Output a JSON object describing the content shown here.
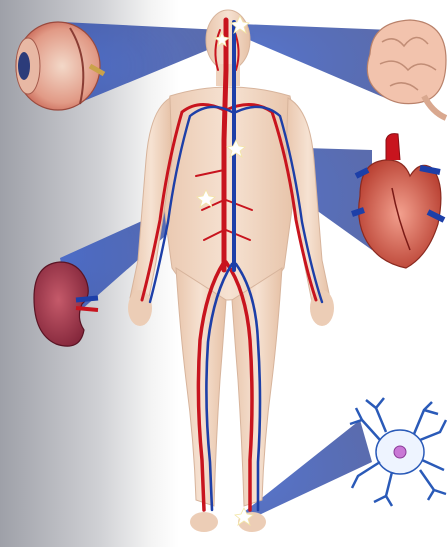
{
  "scene": {
    "subject": "human-circulatory-system",
    "callouts": [
      "eye",
      "brain",
      "heart",
      "kidney",
      "nerve-cell"
    ],
    "colors": {
      "artery": "#c8141e",
      "vein": "#1d3fa8",
      "beam": "#1f3f9e",
      "skin": "#f1d6c0",
      "backdrop": "#c9c9cd"
    }
  }
}
